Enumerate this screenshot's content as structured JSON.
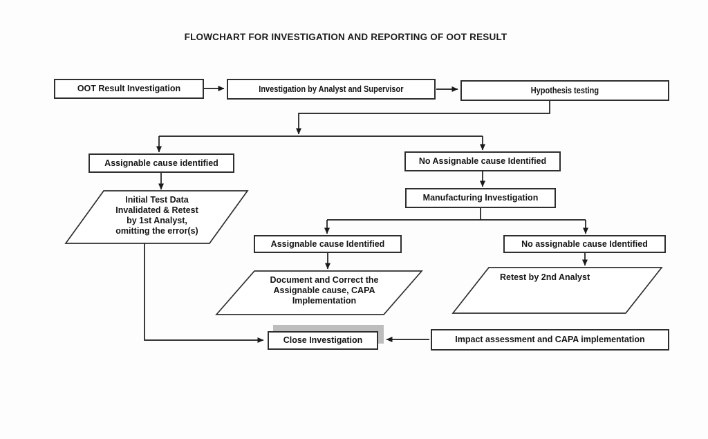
{
  "title": "FLOWCHART FOR INVESTIGATION AND REPORTING OF OOT RESULT",
  "colors": {
    "background": "#fdfdfd",
    "box_border": "#2e2e2e",
    "connector_line": "#1a1a1a",
    "text": "#151515",
    "close_box_shadow": "#bdbdbd"
  },
  "nodes": {
    "oot_result_investigation": {
      "shape": "rect",
      "label": "OOT Result Investigation"
    },
    "investigation_by_analyst": {
      "shape": "rect",
      "label": "Investigation by Analyst and Supervisor"
    },
    "hypothesis_testing": {
      "shape": "rect",
      "label": "Hypothesis testing"
    },
    "assignable_cause_left": {
      "shape": "rect",
      "label": "Assignable cause identified"
    },
    "no_assignable_cause": {
      "shape": "rect",
      "label": "No Assignable cause Identified"
    },
    "manufacturing_investigation": {
      "shape": "rect",
      "label": "Manufacturing Investigation"
    },
    "assignable_cause_mid": {
      "shape": "rect",
      "label": "Assignable cause Identified"
    },
    "no_assignable_cause_right": {
      "shape": "rect",
      "label": "No assignable cause Identified"
    },
    "initial_test_data": {
      "shape": "parallelogram",
      "lines": [
        "Initial Test Data",
        "Invalidated & Retest",
        "by 1st Analyst,",
        "omitting the error(s)"
      ]
    },
    "document_and_correct": {
      "shape": "parallelogram",
      "lines": [
        "Document and Correct the",
        "Assignable cause, CAPA",
        "Implementation"
      ]
    },
    "retest_2nd_analyst": {
      "shape": "parallelogram",
      "label": "Retest by 2nd Analyst"
    },
    "close_investigation": {
      "shape": "rect-shadowed",
      "label": "Close Investigation"
    },
    "impact_assessment": {
      "shape": "rect",
      "label": "Impact assessment and CAPA implementation"
    }
  }
}
